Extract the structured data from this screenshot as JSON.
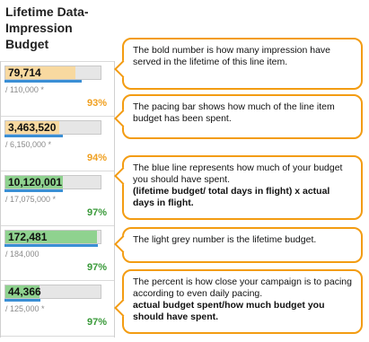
{
  "header": {
    "line1": "Lifetime Data-",
    "line2": "Impression",
    "line3": "Budget"
  },
  "rows": [
    {
      "value": "79,714",
      "lifetime": "/ 110,000 *",
      "percent": "93%",
      "percent_color": "#f0a020",
      "fill_color": "#f8d9a0",
      "fill_fraction": 0.72,
      "blue_fraction": 0.8
    },
    {
      "value": "3,463,520",
      "lifetime": "/ 6,150,000 *",
      "percent": "94%",
      "percent_color": "#f0a020",
      "fill_color": "#f8d9a0",
      "fill_fraction": 0.56,
      "blue_fraction": 0.6
    },
    {
      "value": "10,120,001",
      "lifetime": "/ 17,075,000 *",
      "percent": "97%",
      "percent_color": "#3a9a3a",
      "fill_color": "#8fd28f",
      "fill_fraction": 0.59,
      "blue_fraction": 0.6
    },
    {
      "value": "172,481",
      "lifetime": "/ 184,000",
      "percent": "97%",
      "percent_color": "#3a9a3a",
      "fill_color": "#8fd28f",
      "fill_fraction": 0.94,
      "blue_fraction": 0.96
    },
    {
      "value": "44,366",
      "lifetime": "/ 125,000 *",
      "percent": "97%",
      "percent_color": "#3a9a3a",
      "fill_color": "#8fd28f",
      "fill_fraction": 0.35,
      "blue_fraction": 0.37
    }
  ],
  "callouts": [
    {
      "text": "The bold number is how many impression have served in the lifetime of this line item.",
      "bold": ""
    },
    {
      "text": "The pacing bar shows how much of the line item budget has been spent.",
      "bold": ""
    },
    {
      "text": "The blue line represents how much of your budget you should have spent.",
      "bold": "(lifetime budget/ total days in flight) x actual days in flight."
    },
    {
      "text": "The light grey number is the lifetime budget.",
      "bold": ""
    },
    {
      "text": "The percent is how close your campaign is to pacing according to even daily pacing.",
      "bold": "actual budget spent/how much budget you should have spent."
    }
  ],
  "colors": {
    "callout_border": "#f39c12",
    "blue_line": "#3a8fd5"
  }
}
